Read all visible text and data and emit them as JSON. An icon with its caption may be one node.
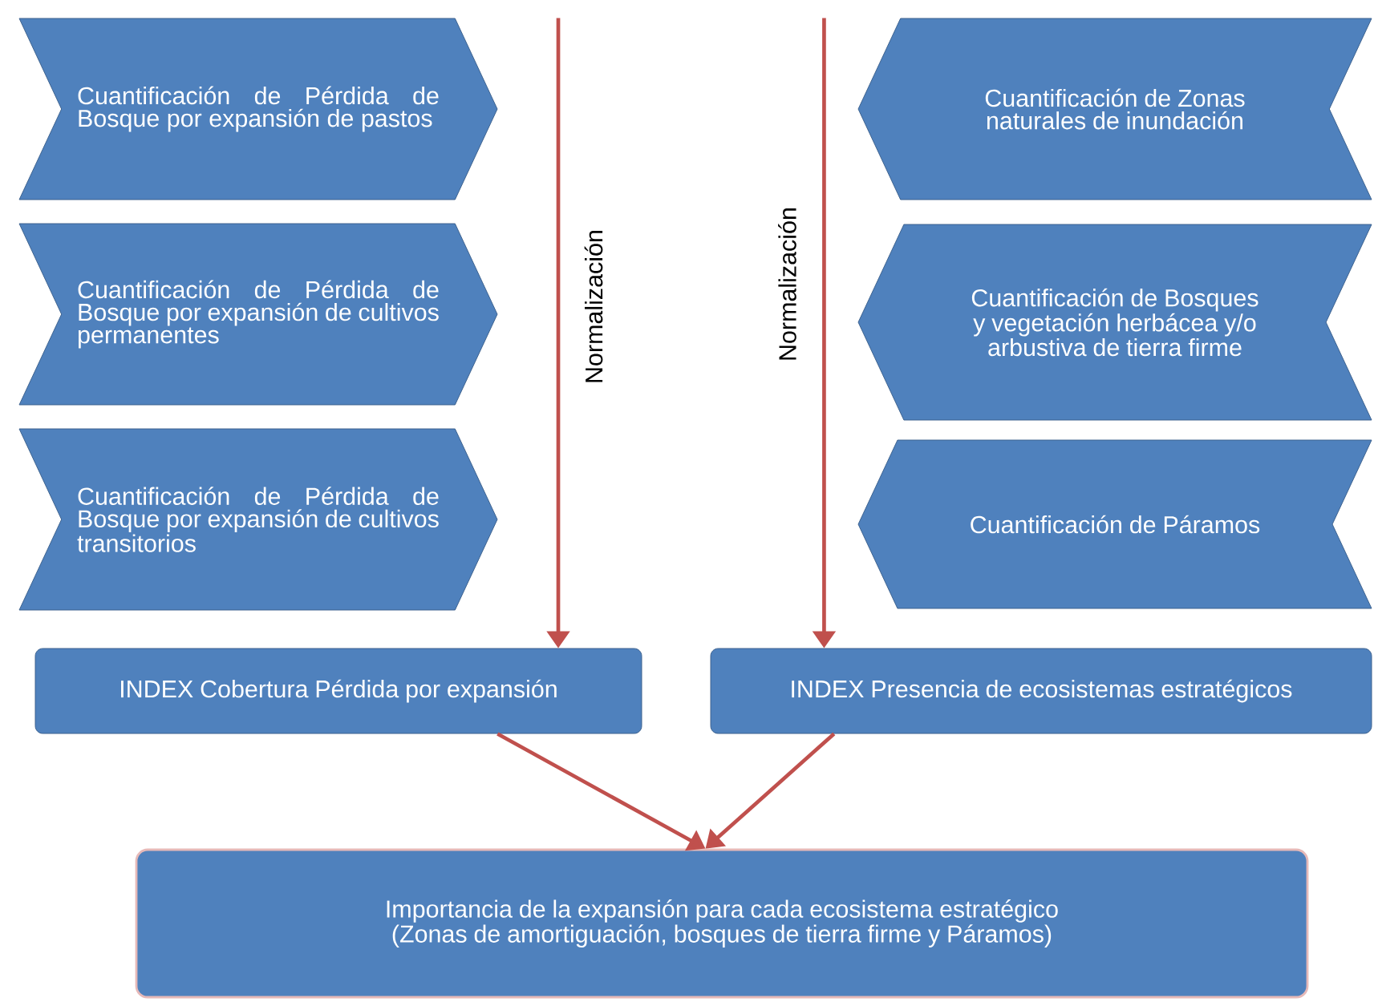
{
  "diagram": {
    "nodes": [
      {
        "text": [
          "Cuantificación de Pérdida de Bosque por expansión de pastos"
        ]
      },
      {
        "text": [
          "Cuantificación de Pérdida de Bosque por expansión de cultivos permanentes"
        ]
      },
      {
        "text": [
          "Cuantificación de Pérdida de Bosque por expansión de cultivos transitorios"
        ]
      },
      {
        "text": [
          "Cuantificación de Zonas naturales de inundación"
        ]
      },
      {
        "text": [
          "Cuantificación de Bosques y vegetación herbácea y/o arbustiva de tierra firme"
        ]
      },
      {
        "text": [
          "Cuantificación de Páramos"
        ]
      },
      {
        "text": [
          "INDEX Cobertura Pérdida por expansión"
        ]
      },
      {
        "text": [
          "INDEX Presencia de ecosistemas estratégicos"
        ]
      },
      {
        "text": [
          "Importancia de la expansión para cada ecosistema estratégico (Zonas de amortiguación, bosques de tierra firme y Páramos)"
        ]
      }
    ],
    "edges": [
      {
        "from": null,
        "to": 6,
        "arrow": "to",
        "label": "Normalización"
      },
      {
        "from": null,
        "to": 7,
        "arrow": "to",
        "label": "Normalización"
      },
      {
        "from": 6,
        "to": 8,
        "arrow": "to"
      },
      {
        "from": 7,
        "to": 8,
        "arrow": "to"
      }
    ]
  }
}
